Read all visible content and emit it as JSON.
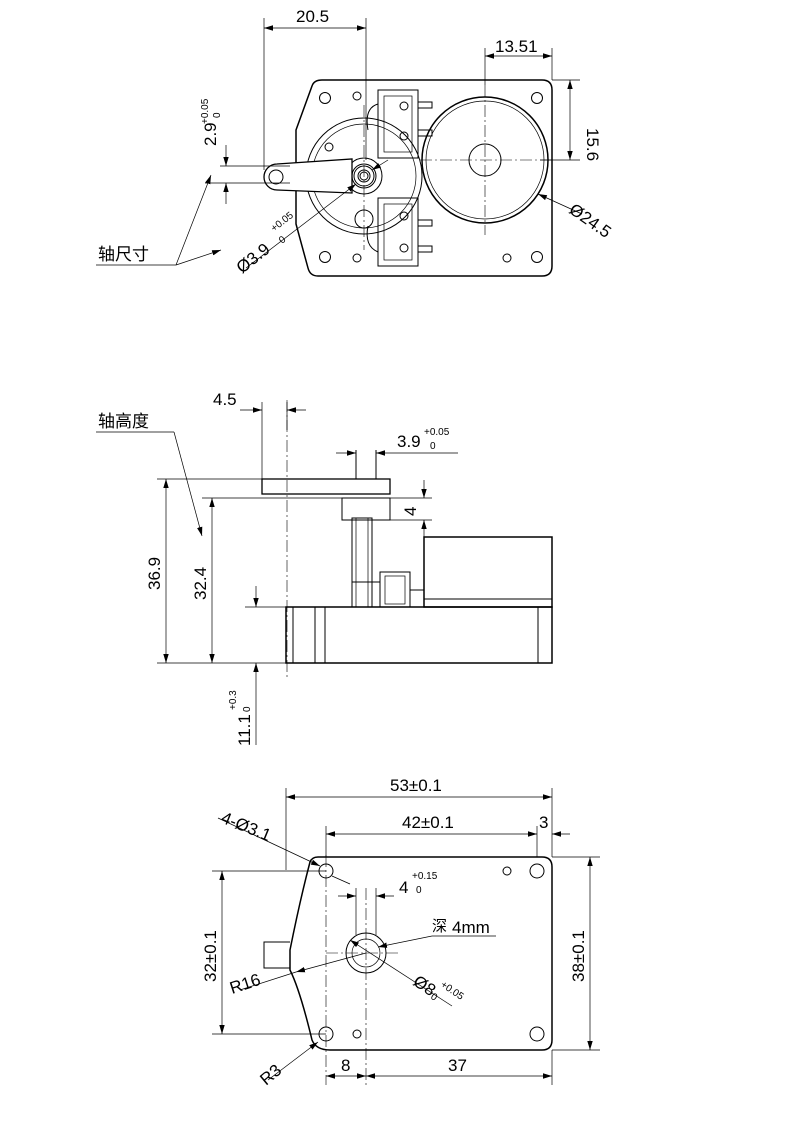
{
  "top_view": {
    "dim_arm_width": "20.5",
    "dim_motor_offset": "13.51",
    "dim_motor_vertical": "15.6",
    "dim_motor_diameter": "Ø24.5",
    "dim_shaft_flat": "2.9",
    "tol_shaft_flat_upper": "+0.05",
    "tol_shaft_flat_lower": "0",
    "dim_shaft_diameter": "Ø3.9",
    "tol_shaft_diameter_upper": "+0.05",
    "tol_shaft_diameter_lower": "0",
    "label_shaft_size": "轴尺寸"
  },
  "side_view": {
    "label_shaft_height": "轴高度",
    "dim_arm_thickness": "4.5",
    "dim_shaft_diameter": "3.9",
    "tol_shaft_diameter_upper": "+0.05",
    "tol_shaft_diameter_lower": "0",
    "dim_hub_height": "4",
    "dim_total_height": "36.9",
    "dim_shaft_height": "32.4",
    "dim_base_height": "11.1",
    "tol_base_height_upper": "+0.3",
    "tol_base_height_lower": "0"
  },
  "bottom_view": {
    "dim_overall_width": "53±0.1",
    "dim_hole_spacing_x": "42±0.1",
    "dim_edge_offset": "3",
    "dim_mount_holes": "4-Ø3.1",
    "dim_slot_width": "4",
    "tol_slot_width_upper": "+0.15",
    "tol_slot_width_lower": "0",
    "label_depth": "深",
    "dim_depth": "4mm",
    "dim_hole_spacing_y": "32±0.1",
    "dim_overall_height": "38±0.1",
    "dim_arc_radius": "R16",
    "dim_bore_diameter": "Ø8",
    "tol_bore_diameter_upper": "+0.05",
    "tol_bore_diameter_lower": "0",
    "dim_corner_radius": "R3",
    "dim_bottom_left": "8",
    "dim_bottom_right": "37"
  }
}
